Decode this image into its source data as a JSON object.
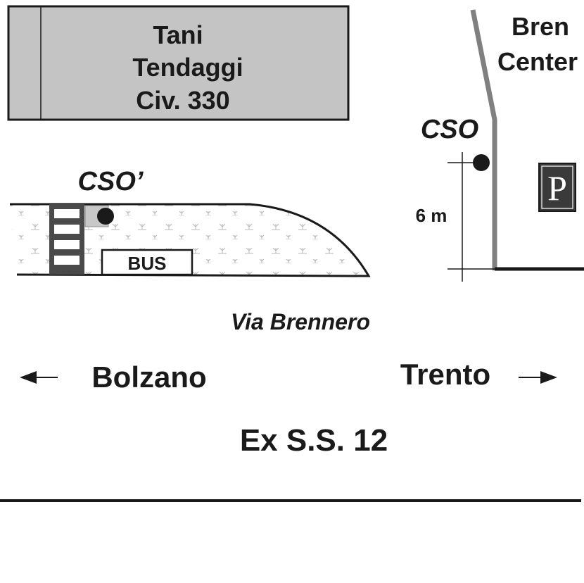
{
  "building": {
    "name_line1": "Tani",
    "name_line2": "Tendaggi",
    "civic": "Civ. 330"
  },
  "shop": {
    "name_line1": "Bren",
    "name_line2": "Center"
  },
  "markers": {
    "cso": "CSO",
    "cso_prime": "CSO’"
  },
  "parking": {
    "symbol": "P"
  },
  "bus_stop": {
    "label": "BUS"
  },
  "measure": {
    "distance": "6 m"
  },
  "road": {
    "name": "Via Brennero",
    "route": "Ex S.S. 12"
  },
  "directions": {
    "left": "Bolzano",
    "right": "Trento"
  },
  "colors": {
    "building_fill": "#c4c4c4",
    "line": "#1a1a1a",
    "grey_line": "#808080"
  }
}
